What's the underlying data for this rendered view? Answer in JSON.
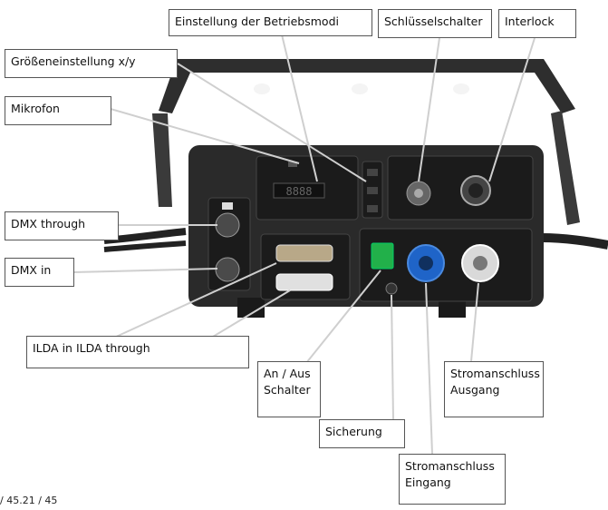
{
  "labels": {
    "betriebsmodi": "Einstellung der Betriebsmodi",
    "schluessel": "Schlüsselschalter",
    "interlock": "Interlock",
    "groesse": "Größeneinstellung x/y",
    "mikrofon": "Mikrofon",
    "dmx_through": "DMX through",
    "dmx_in": "DMX in",
    "ilda": "ILDA in ILDA through",
    "an_aus_1": "An / Aus",
    "an_aus_2": "Schalter",
    "strom_aus_1": "Stromanschluss",
    "strom_aus_2": "Ausgang",
    "sicherung": "Sicherung",
    "strom_ein_1": "Stromanschluss",
    "strom_ein_2": "Eingang"
  },
  "footer": "/ 45.21 / 45",
  "colors": {
    "device_body": "#2a2a2a",
    "panel": "#1b1b1b",
    "bracket": "#2e2e2e",
    "power_in": "#1f64c8",
    "power_out": "#d9d9d9",
    "switch": "#22b04a",
    "leader_line": "#cfcfcf"
  }
}
